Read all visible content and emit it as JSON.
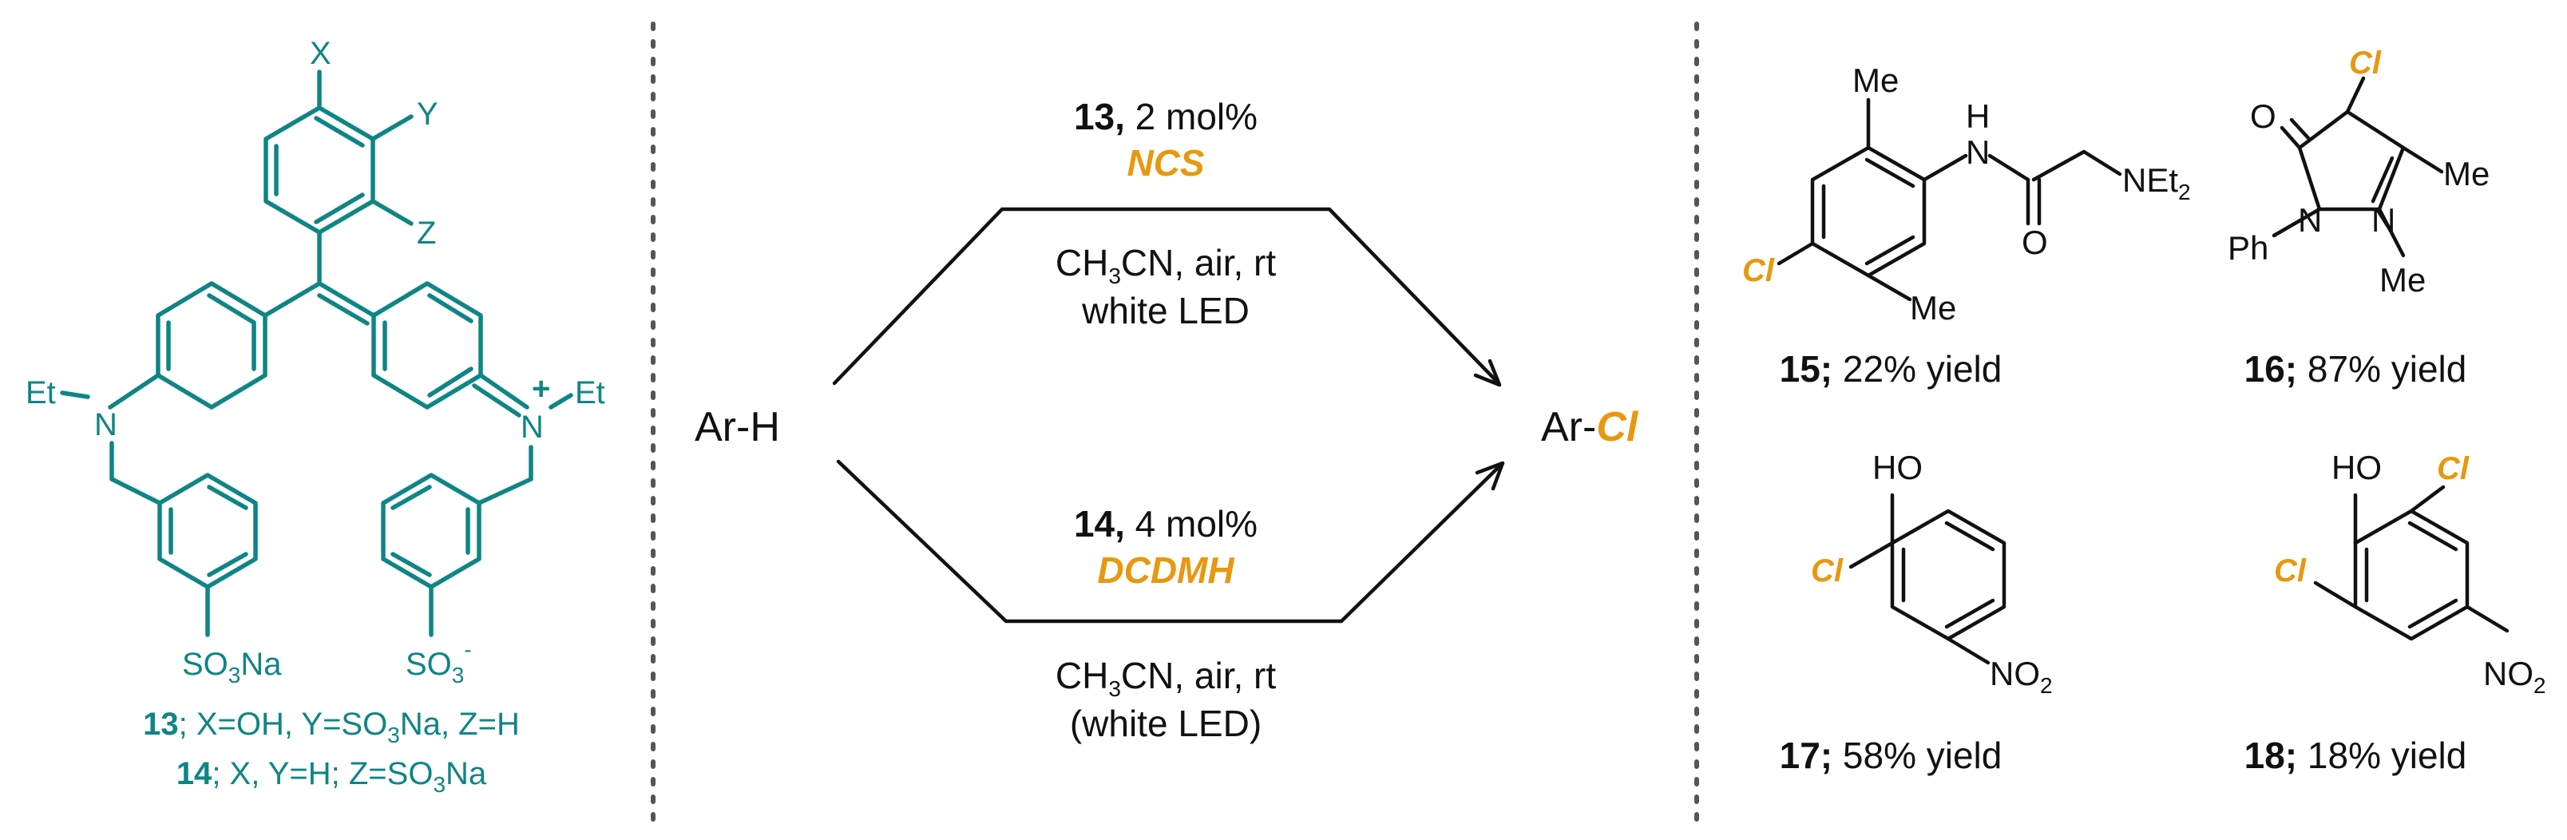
{
  "left": {
    "labels": {
      "x": "X",
      "y": "Y",
      "z": "Z",
      "et_left": "Et",
      "n_left": "N",
      "et_right": "Et",
      "n_right": "N",
      "plus": "+",
      "so3na": "SO",
      "so3na_3": "3",
      "so3na_na": "Na",
      "so3m": "SO",
      "so3m_3": "3",
      "so3m_minus": "-"
    },
    "caption1": {
      "num": "13",
      "rest1": "; X=OH, Y=SO",
      "sub": "3",
      "rest2": "Na, Z=H"
    },
    "caption2": {
      "num": "14",
      "rest1": "; X, Y=H; Z=SO",
      "sub": "3",
      "rest2": "Na"
    }
  },
  "center": {
    "reactant": "Ar-H",
    "product_prefix": "Ar-",
    "product_cl": "Cl",
    "top": {
      "cat_num": "13,",
      "cat_amt": " 2 mol%",
      "reagent": "NCS",
      "cond1_pre": "CH",
      "cond1_sub": "3",
      "cond1_post": "CN, air, rt",
      "cond2": "white LED"
    },
    "bottom": {
      "cat_num": "14,",
      "cat_amt": " 4 mol%",
      "reagent": "DCDMH",
      "cond1_pre": "CH",
      "cond1_sub": "3",
      "cond1_post": "CN, air, rt",
      "cond2": "(white LED)"
    }
  },
  "products": {
    "p15": {
      "me1": "Me",
      "me2": "Me",
      "h": "H",
      "n": "N",
      "o": "O",
      "net_pre": "NEt",
      "net_sub": "2",
      "cl": "Cl",
      "num": "15;",
      "yield": " 22% yield"
    },
    "p16": {
      "cl": "Cl",
      "o": "O",
      "n1": "N",
      "n2": "N",
      "me1": "Me",
      "me2": "Me",
      "ph": "Ph",
      "num": "16;",
      "yield": " 87% yield"
    },
    "p17": {
      "ho": "HO",
      "cl": "Cl",
      "no_pre": "NO",
      "no_sub": "2",
      "num": "17;",
      "yield": " 58% yield"
    },
    "p18": {
      "ho": "HO",
      "cl1": "Cl",
      "cl2": "Cl",
      "no_pre": "NO",
      "no_sub": "2",
      "num": "18;",
      "yield": " 18% yield"
    }
  }
}
